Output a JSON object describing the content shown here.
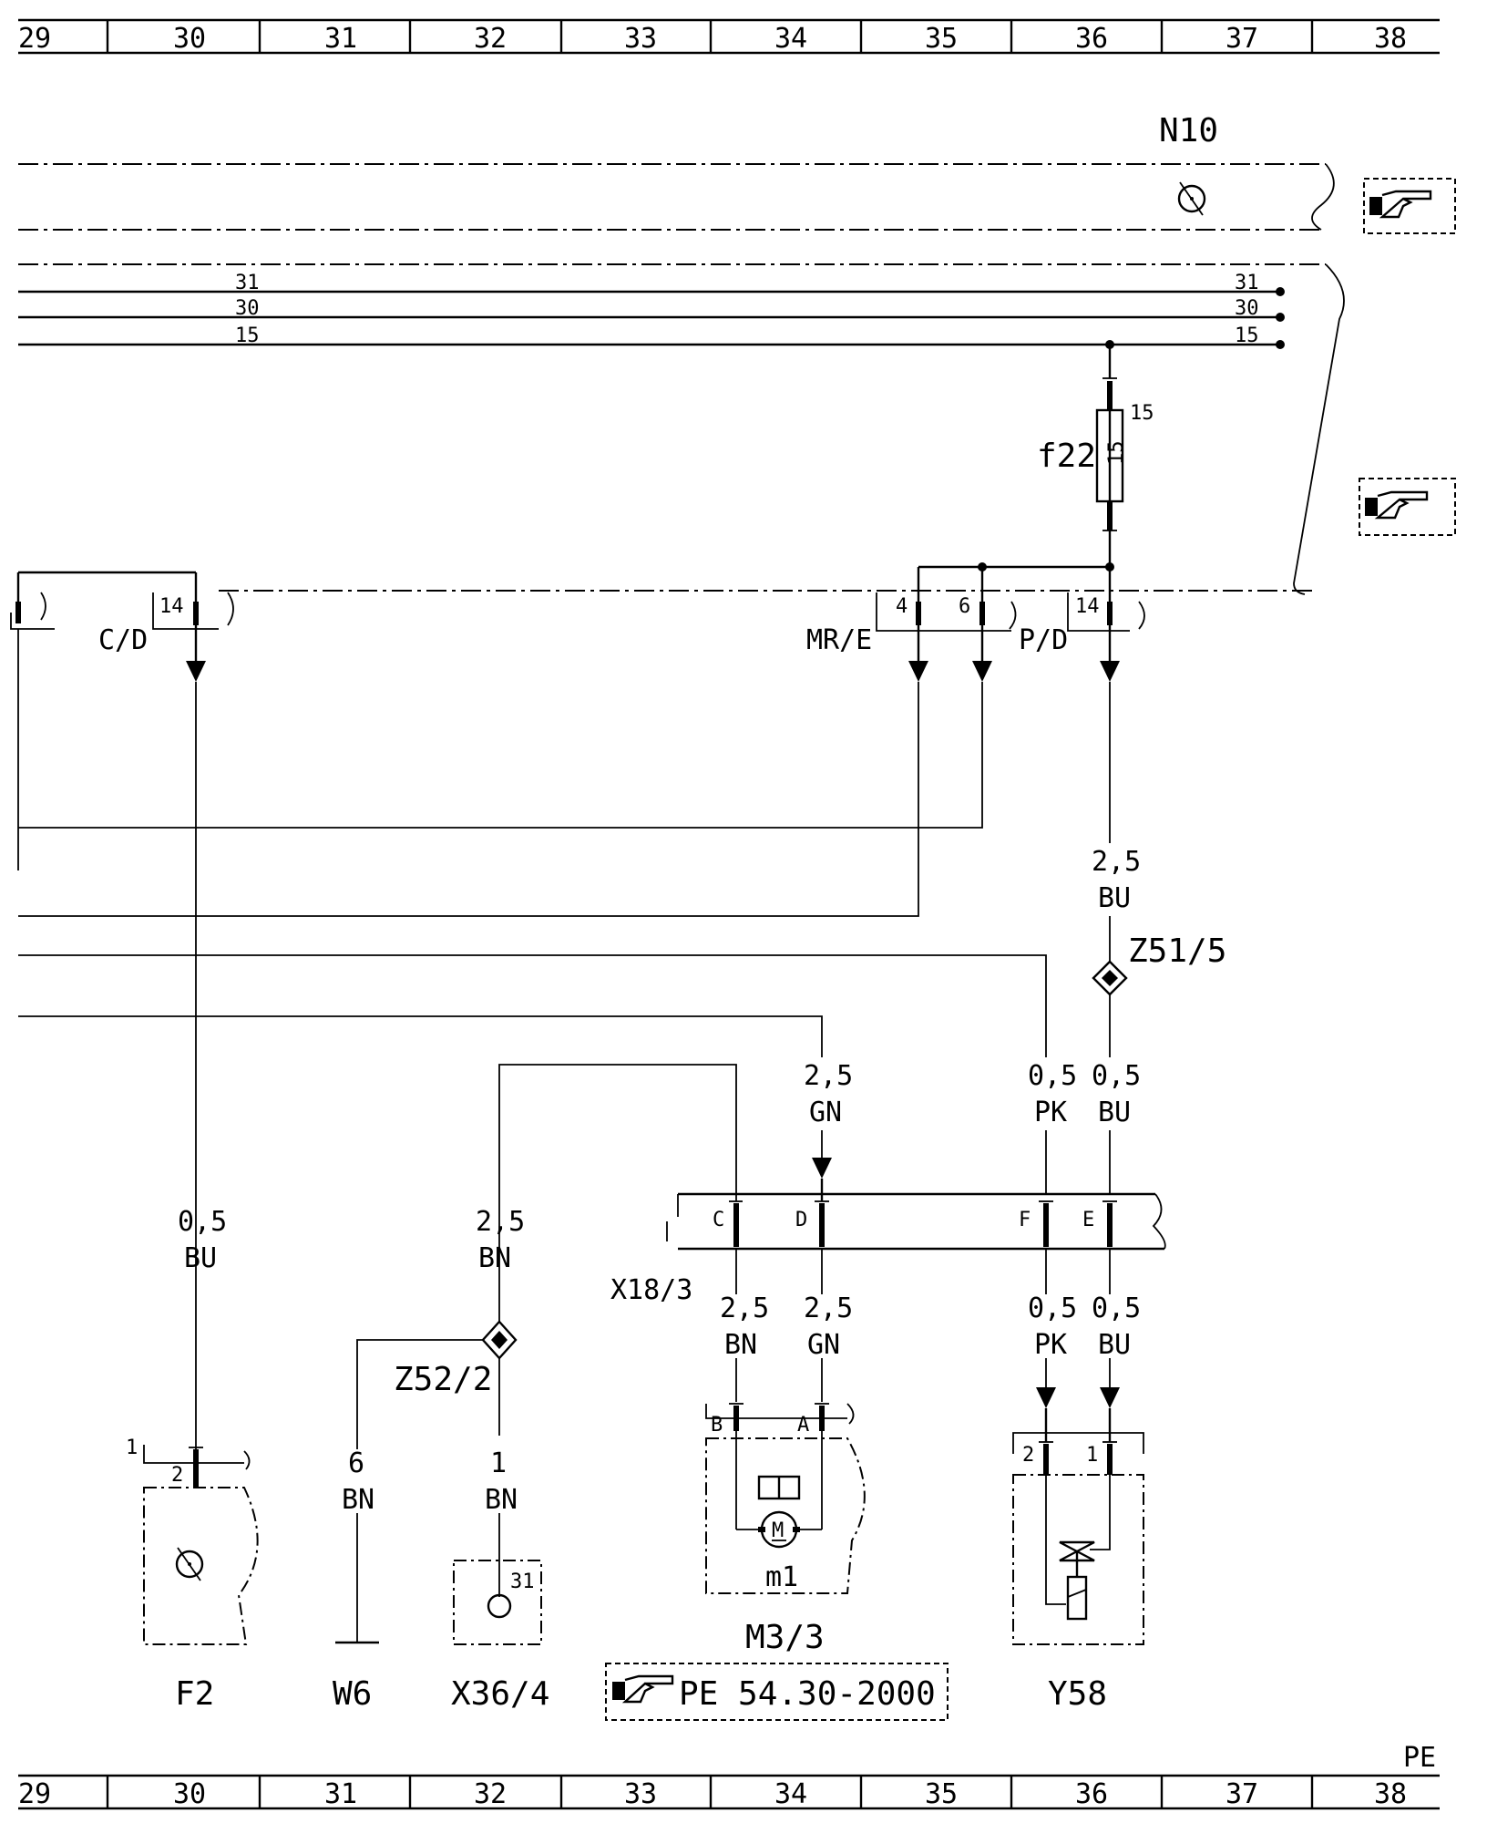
{
  "grid": {
    "columns": [
      "29",
      "30",
      "31",
      "32",
      "33",
      "34",
      "35",
      "36",
      "37",
      "38"
    ],
    "corner_label": "PE"
  },
  "buses": {
    "left_labels": [
      "31",
      "30",
      "15"
    ],
    "right_labels": [
      "31",
      "30",
      "15"
    ]
  },
  "modules": {
    "n10": "N10",
    "f22": {
      "name": "f22",
      "rating": "15",
      "pin": "15"
    },
    "connector_cd": {
      "name": "C/D",
      "pin": "14"
    },
    "connector_mre": {
      "name": "MR/E",
      "pin": "4"
    },
    "connector_pd": {
      "name": "P/D",
      "pin6": "6",
      "pin14": "14"
    },
    "x18_3": {
      "name": "X18/3",
      "pins": [
        "C",
        "D",
        "F",
        "E"
      ]
    },
    "z51_5": "Z51/5",
    "z52_2": "Z52/2",
    "f2": {
      "name": "F2",
      "pin_outer": "1",
      "pin_inner": "2"
    },
    "w6": "W6",
    "x36_4": {
      "name": "X36/4",
      "pin": "31"
    },
    "m3_3": {
      "name": "M3/3",
      "sub": "m1",
      "pin_b": "B",
      "pin_a": "A",
      "motor": "M"
    },
    "y58": {
      "name": "Y58",
      "pin2": "2",
      "pin1": "1"
    },
    "reference": "PE 54.30-2000"
  },
  "wires": {
    "p_to_z51": {
      "size": "2,5",
      "color": "BU"
    },
    "z51_to_e": {
      "size": "0,5",
      "color": "BU"
    },
    "pk_to_f": {
      "size": "0,5",
      "color": "PK"
    },
    "gn_to_d": {
      "size": "2,5",
      "color": "GN"
    },
    "cd_to_f2": {
      "size": "0,5",
      "color": "BU"
    },
    "bn_to_z52": {
      "size": "2,5",
      "color": "BN"
    },
    "z52_to_w6": {
      "size": "6",
      "color": "BN"
    },
    "z52_to_x36": {
      "size": "1",
      "color": "BN"
    },
    "c_to_m": {
      "size": "2,5",
      "color": "BN"
    },
    "d_to_m": {
      "size": "2,5",
      "color": "GN"
    },
    "f_to_y58": {
      "size": "0,5",
      "color": "PK"
    },
    "e_to_y58": {
      "size": "0,5",
      "color": "BU"
    }
  }
}
